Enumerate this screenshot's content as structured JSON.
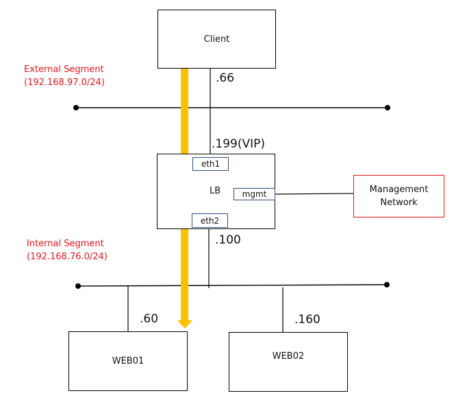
{
  "diagram": {
    "nodes": {
      "client": {
        "label": "Client"
      },
      "lb": {
        "label": "LB"
      },
      "web01": {
        "label": "WEB01"
      },
      "web02": {
        "label": "WEB02"
      },
      "management": {
        "line1": "Management",
        "line2": "Network"
      }
    },
    "interfaces": {
      "eth1": "eth1",
      "eth2": "eth2",
      "mgmt": "mgmt"
    },
    "segments": {
      "external": {
        "name": "External Segment",
        "cidr": "(192.168.97.0/24)"
      },
      "internal": {
        "name": "Internal Segment",
        "cidr": "(192.168.76.0/24)"
      }
    },
    "addresses": {
      "client": ".66",
      "lb_vip": ".199(VIP)",
      "lb_internal": ".100",
      "web01": ".60",
      "web02": ".160"
    },
    "colors": {
      "segment_label": "#e8141b",
      "management_border": "#e8141b",
      "interface_border": "#2f4f7f",
      "traffic_arrow": "#ffc000",
      "line": "#000000"
    }
  }
}
